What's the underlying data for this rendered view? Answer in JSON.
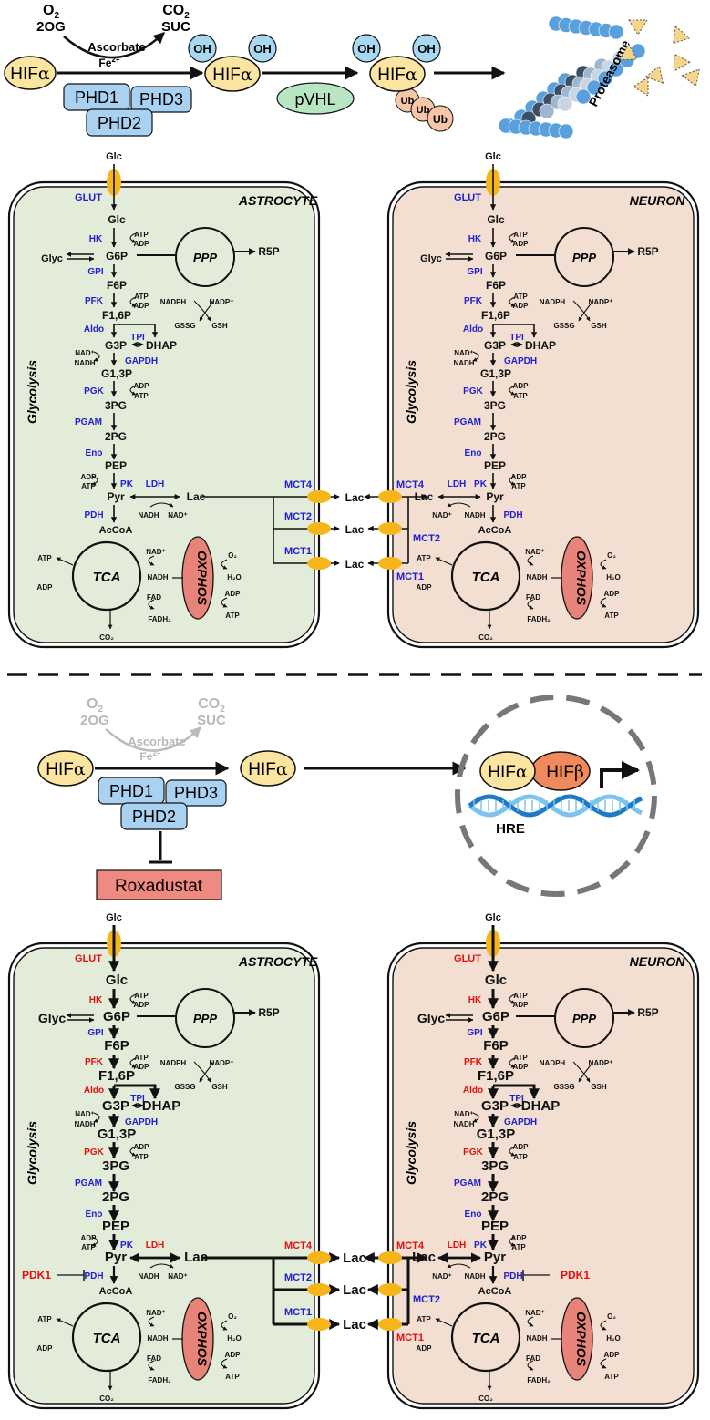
{
  "colors": {
    "astrocyte_fill": "#e3ecd9",
    "neuron_fill": "#f2dfd2",
    "hif_fill": "#fbe5a0",
    "phd_fill": "#a9d2f2",
    "oh_fill": "#a9d9f2",
    "vhl_fill": "#b8e6c2",
    "ub_fill": "#f6c6a6",
    "hifb_fill": "#f08a5d",
    "oxphos_fill": "#e8837a",
    "roxa_fill": "#ee8a80",
    "transporter": "#f6b51a",
    "enzyme_blue": "#2020d0",
    "enzyme_red": "#e01010",
    "faded": "#b8b8b8"
  },
  "top": {
    "o2": "O",
    "o2_sub": "2",
    "two_og": "2OG",
    "co2": "CO",
    "co2_sub": "2",
    "suc": "SUC",
    "ascorbate": "Ascorbate",
    "fe": "Fe",
    "fe_sup": "2+",
    "hif": "HIF",
    "alpha": "α",
    "oh": "OH",
    "phd1": "PHD1",
    "phd2": "PHD2",
    "phd3": "PHD3",
    "pvhl": "pVHL",
    "ub": "Ub",
    "proteasome": "Proteasome"
  },
  "bottom": {
    "o2": "O",
    "o2_sub": "2",
    "two_og": "2OG",
    "co2": "CO",
    "co2_sub": "2",
    "suc": "SUC",
    "ascorbate": "Ascorbate",
    "fe": "Fe",
    "fe_sup": "2+",
    "hif": "HIF",
    "alpha": "α",
    "beta": "β",
    "phd1": "PHD1",
    "phd2": "PHD2",
    "phd3": "PHD3",
    "hre": "HRE",
    "roxadustat": "Roxadustat"
  },
  "cells": {
    "astrocyte": "ASTROCYTE",
    "neuron": "NEURON",
    "glycolysis": "Glycolysis",
    "ppp": "PPP",
    "tca": "TCA",
    "oxphos": "OXPHOS",
    "metabolites": {
      "glc": "Glc",
      "g6p": "G6P",
      "f6p": "F6P",
      "f16p": "F1,6P",
      "g3p": "G3P",
      "dhap": "DHAP",
      "g13p": "G1,3P",
      "pg3": "3PG",
      "pg2": "2PG",
      "pep": "PEP",
      "pyr": "Pyr",
      "lac": "Lac",
      "accoa": "AcCoA",
      "glyc": "Glyc",
      "r5p": "R5P"
    },
    "enzymes": {
      "glut": "GLUT",
      "hk": "HK",
      "gpi": "GPI",
      "pfk": "PFK",
      "aldo": "Aldo",
      "tpi": "TPI",
      "gapdh": "GAPDH",
      "pgk": "PGK",
      "pgam": "PGAM",
      "eno": "Eno",
      "pk": "PK",
      "ldh": "LDH",
      "pdh": "PDH",
      "pdk1": "PDK1",
      "mct4": "MCT4",
      "mct2": "MCT2",
      "mct1": "MCT1"
    },
    "cofactors": {
      "atp": "ATP",
      "adp": "ADP",
      "nad": "NAD⁺",
      "nadh": "NADH",
      "nadph": "NADPH",
      "nadp": "NADP⁺",
      "gssg": "GSSG",
      "gsh": "GSH",
      "fad": "FAD",
      "fadh2": "FADH₂",
      "co2": "CO₂",
      "o2": "O₂",
      "h2o": "H₂O"
    }
  }
}
